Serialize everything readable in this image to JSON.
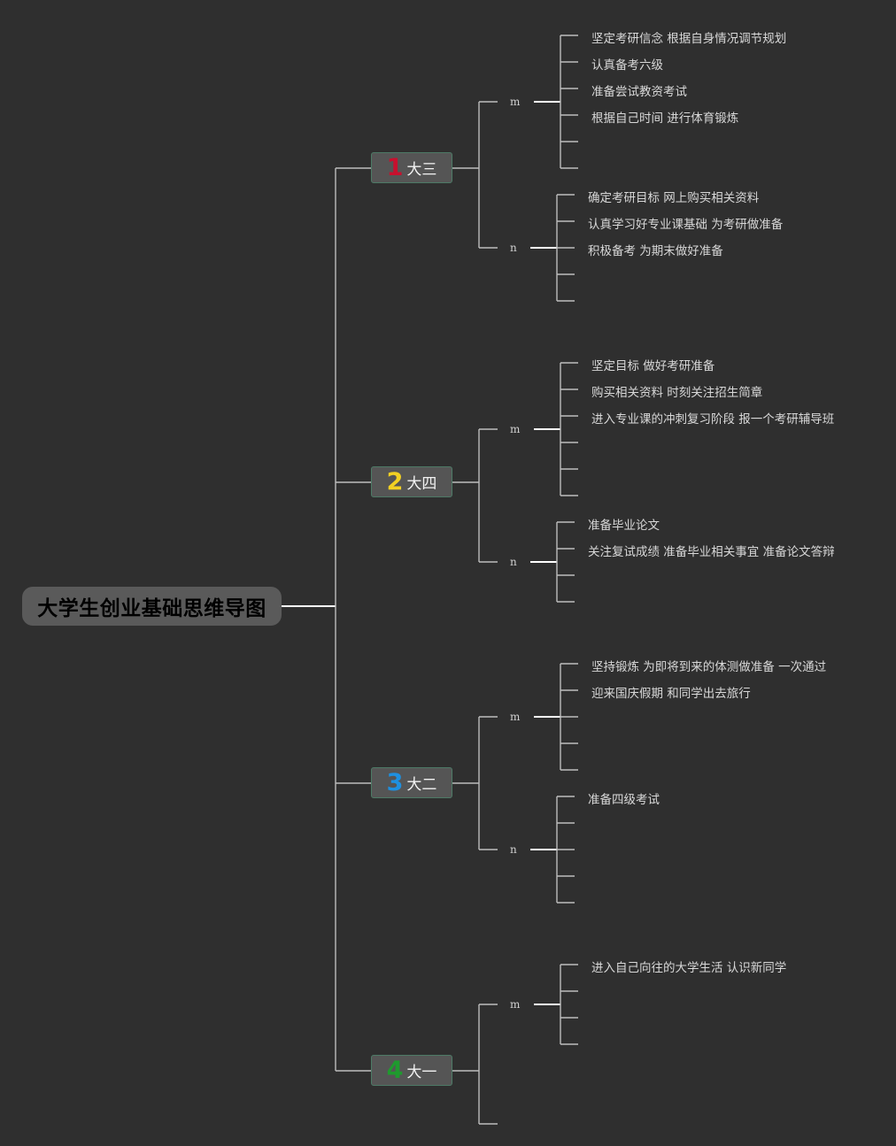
{
  "root": {
    "title": "大学生创业基础思维导图"
  },
  "years": [
    {
      "num": "1",
      "num_color": "#c8102e",
      "label": "大三",
      "branches": [
        {
          "label": "m",
          "items": [
            "坚定考研信念 根据自身情况调节规划",
            "认真备考六级",
            "准备尝试教资考试",
            "根据自己时间 进行体育锻炼",
            "",
            ""
          ]
        },
        {
          "label": "n",
          "items": [
            "确定考研目标 网上购买相关资料",
            "认真学习好专业课基础 为考研做准备",
            "积极备考 为期末做好准备",
            "",
            ""
          ]
        }
      ]
    },
    {
      "num": "2",
      "num_color": "#f2d023",
      "label": "大四",
      "branches": [
        {
          "label": "m",
          "items": [
            "坚定目标 做好考研准备",
            "购买相关资料 时刻关注招生简章",
            "进入专业课的冲刺复习阶段 报一个考研辅导班",
            "",
            "",
            ""
          ]
        },
        {
          "label": "n",
          "items": [
            "准备毕业论文",
            "关注复试成绩 准备毕业相关事宜 准备论文答辩",
            "",
            ""
          ]
        }
      ]
    },
    {
      "num": "3",
      "num_color": "#1e90e0",
      "label": "大二",
      "branches": [
        {
          "label": "m",
          "items": [
            "坚持锻炼 为即将到来的体测做准备 一次通过",
            "迎来国庆假期 和同学出去旅行",
            "",
            "",
            ""
          ]
        },
        {
          "label": "n",
          "items": [
            "准备四级考试",
            "",
            "",
            "",
            ""
          ]
        }
      ]
    },
    {
      "num": "4",
      "num_color": "#1f9a2e",
      "label": "大一",
      "branches": [
        {
          "label": "m",
          "items": [
            "进入自己向往的大学生活 认识新同学",
            "",
            "",
            ""
          ]
        },
        {
          "label": "",
          "items": []
        }
      ]
    }
  ]
}
